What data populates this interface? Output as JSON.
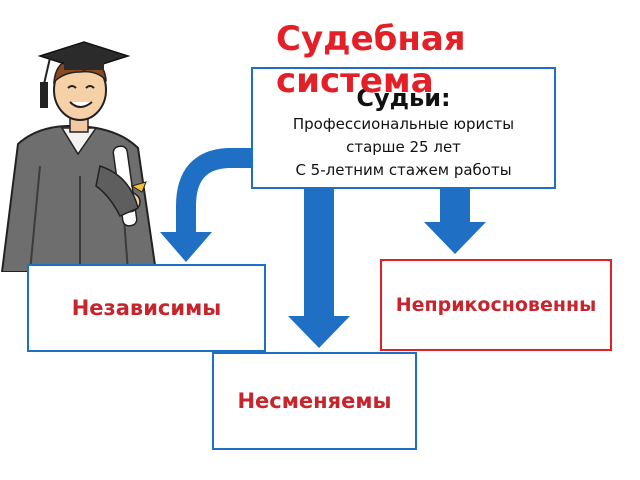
{
  "title": "Судебная система",
  "judges": {
    "title": "Судьи:",
    "lines": [
      "Профессиональные юристы",
      "старше 25 лет",
      "С 5-летним стажем работы"
    ]
  },
  "principles": {
    "independent": "Независимы",
    "irremovable": "Несменяемы",
    "immune": "Неприкосновенны"
  },
  "colors": {
    "arrow": "#1f6fc5",
    "accent_red": "#e32028",
    "box_border": "#1f6fc5"
  }
}
